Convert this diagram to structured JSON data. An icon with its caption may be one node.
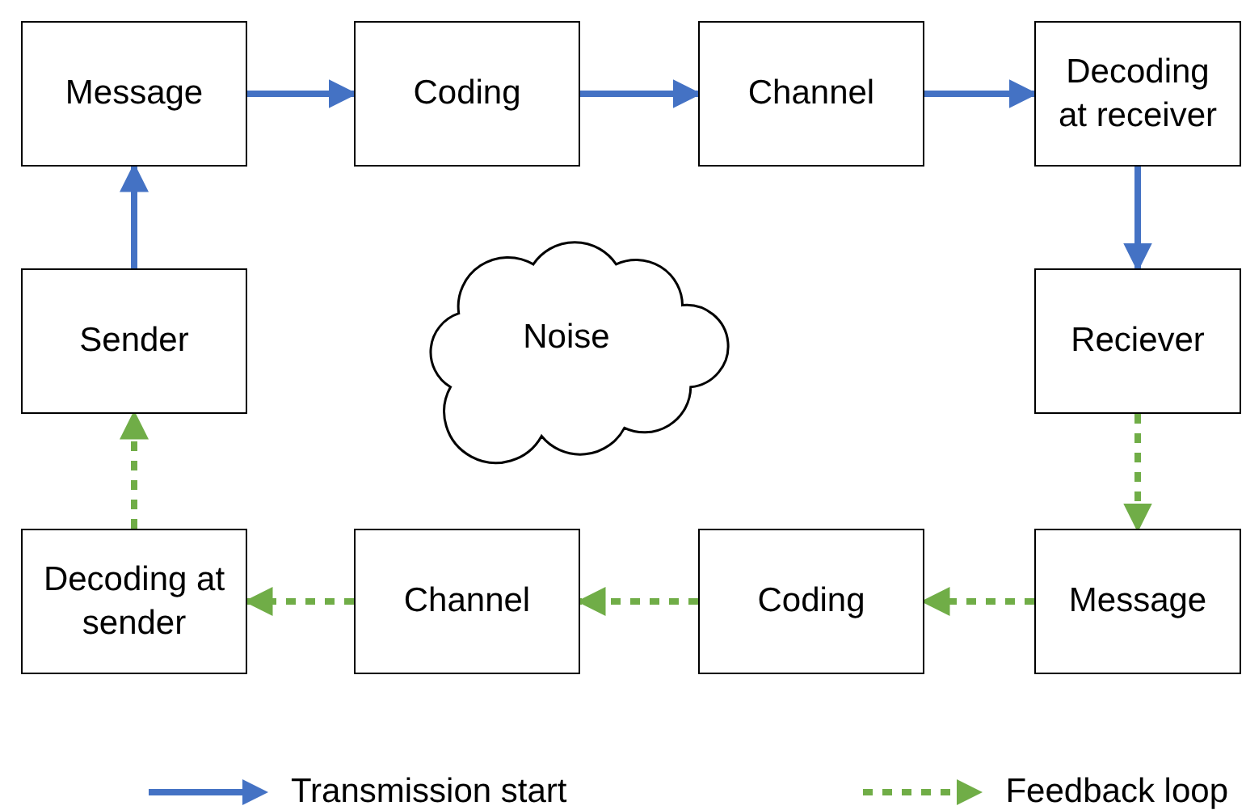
{
  "diagram": {
    "nodes": [
      {
        "text": [
          "Message"
        ]
      },
      {
        "text": [
          "Coding"
        ]
      },
      {
        "text": [
          "Channel"
        ]
      },
      {
        "text": [
          "Decoding at receiver"
        ]
      },
      {
        "text": [
          "Sender"
        ]
      },
      {
        "text": [
          "Noise"
        ]
      },
      {
        "text": [
          "Reciever"
        ]
      },
      {
        "text": [
          "Decoding at sender"
        ]
      },
      {
        "text": [
          "Channel"
        ]
      },
      {
        "text": [
          "Coding"
        ]
      },
      {
        "text": [
          "Message"
        ]
      }
    ],
    "edges": [
      {
        "from": 0,
        "to": 1,
        "arrow": "to"
      },
      {
        "from": 1,
        "to": 2,
        "arrow": "to"
      },
      {
        "from": 2,
        "to": 3,
        "arrow": "to"
      },
      {
        "from": 3,
        "to": 6,
        "arrow": "to"
      },
      {
        "from": 6,
        "to": 10,
        "arrow": "to",
        "style": "dashed",
        "color": "#70ad47"
      },
      {
        "from": 10,
        "to": 9,
        "arrow": "to",
        "style": "dashed",
        "color": "#70ad47"
      },
      {
        "from": 9,
        "to": 8,
        "arrow": "to",
        "style": "dashed",
        "color": "#70ad47"
      },
      {
        "from": 8,
        "to": 7,
        "arrow": "to",
        "style": "dashed",
        "color": "#70ad47"
      },
      {
        "from": 7,
        "to": 4,
        "arrow": "to",
        "style": "dashed",
        "color": "#70ad47"
      },
      {
        "from": 4,
        "to": 0,
        "arrow": "to"
      }
    ],
    "legend": [
      {
        "text": "Transmission start"
      },
      {
        "text": "Feedback loop"
      }
    ]
  }
}
